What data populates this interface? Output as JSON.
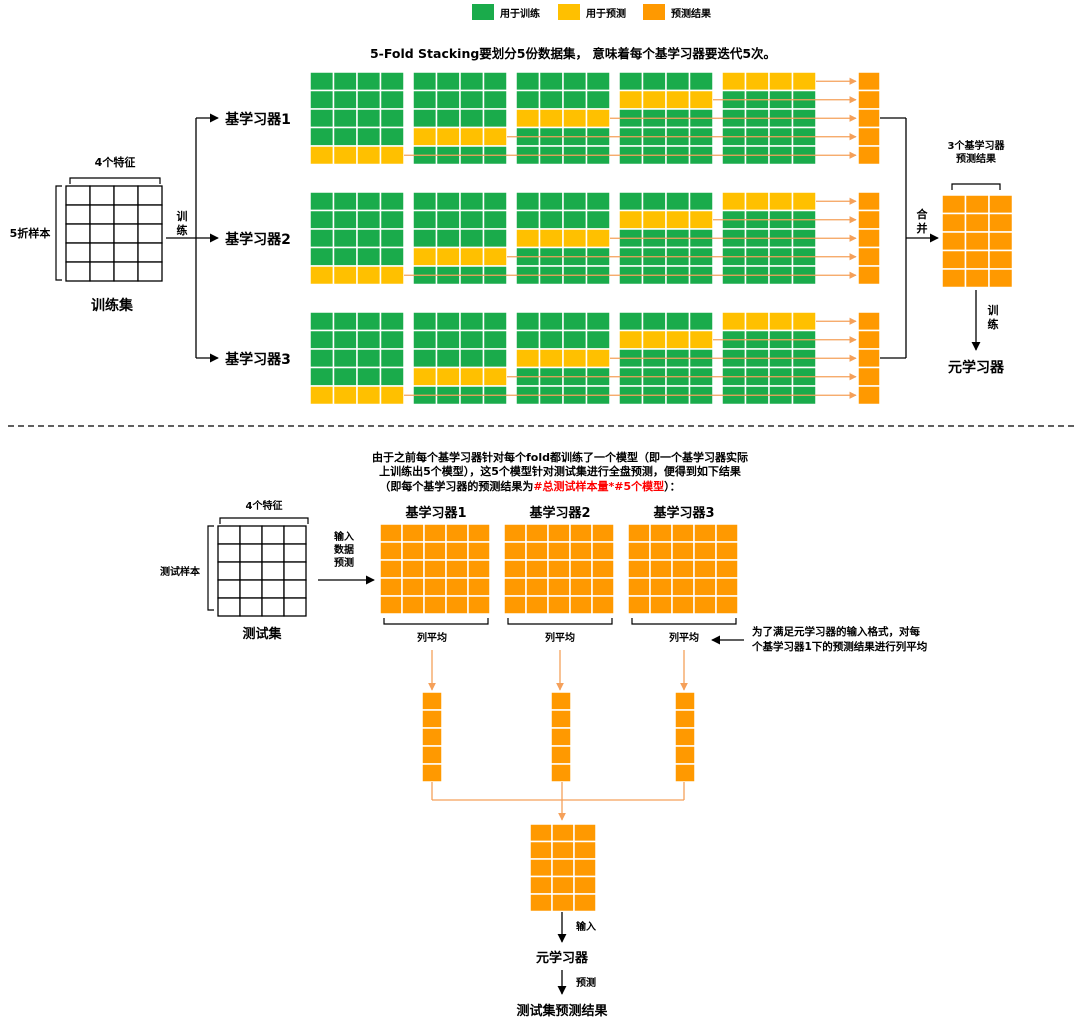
{
  "legend": [
    {
      "label": "用于训练",
      "color": "#1aab4b"
    },
    {
      "label": "用于预测",
      "color": "#ffc000"
    },
    {
      "label": "预测结果",
      "color": "#ff9900"
    }
  ],
  "colors": {
    "train": "#1aab4b",
    "predict": "#ffc000",
    "result": "#ff9900",
    "arrow": "#f5a05a",
    "line": "#000000",
    "highlight": "#ff0000"
  },
  "top": {
    "headline": "5-Fold Stacking要划分5份数据集， 意味着每个基学习器要迭代5次。",
    "feature_label": "4个特征",
    "sample_label": "5折样本",
    "train_set_label": "训练集",
    "train_word_1": "训",
    "train_word_2": "练",
    "learners": [
      "基学习器1",
      "基学习器2",
      "基学习器3"
    ],
    "merge_1": "合",
    "merge_2": "并",
    "merged_label_1": "3个基学习器",
    "merged_label_2": "预测结果",
    "train2_1": "训",
    "train2_2": "练",
    "meta_learner": "元学习器"
  },
  "bottom": {
    "desc_line1": "由于之前每个基学习器针对每个fold都训练了一个模型（即一个基学习器实际",
    "desc_line2": "上训练出5个模型），这5个模型针对测试集进行全盘预测，便得到如下结果",
    "desc_line3_prefix": "（即每个基学习器的预测结果为",
    "desc_line3_highlight": "#总测试样本量*#5个模型",
    "desc_line3_suffix": "）：",
    "feature_label": "4个特征",
    "sample_label": "测试样本",
    "test_set_label": "测试集",
    "input_1": "输入",
    "input_2": "数据",
    "input_3": "预测",
    "learners": [
      "基学习器1",
      "基学习器2",
      "基学习器3"
    ],
    "col_avg": "列平均",
    "note_line1": "为了满足元学习器的输入格式，对每",
    "note_line2": "个基学习器1下的预测结果进行列平均",
    "input_word": "输入",
    "meta_learner": "元学习器",
    "predict_word": "预测",
    "final_label": "测试集预测结果"
  }
}
